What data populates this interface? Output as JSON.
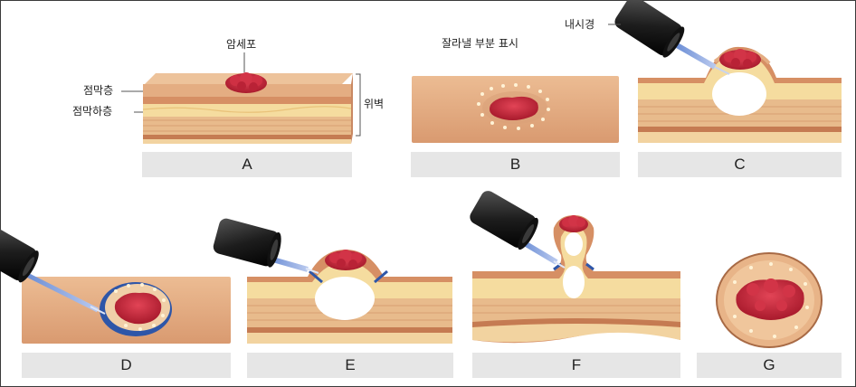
{
  "labels": {
    "cancer_cell": "암세포",
    "mucosa": "점막층",
    "submucosa": "점막하층",
    "stomach_wall": "위벽",
    "cut_mark": "잘라낼 부분 표시",
    "endoscope": "내시경"
  },
  "panels": [
    "A",
    "B",
    "C",
    "D",
    "E",
    "F",
    "G"
  ],
  "colors": {
    "skin": "#e2a87c",
    "mucosa_top": "#e7b48a",
    "fat": "#f6e0a6",
    "muscle": "#d9956c",
    "tumor": "#c8283a",
    "scope": "#2b2b2b",
    "caption_bg": "#e6e6e6"
  }
}
